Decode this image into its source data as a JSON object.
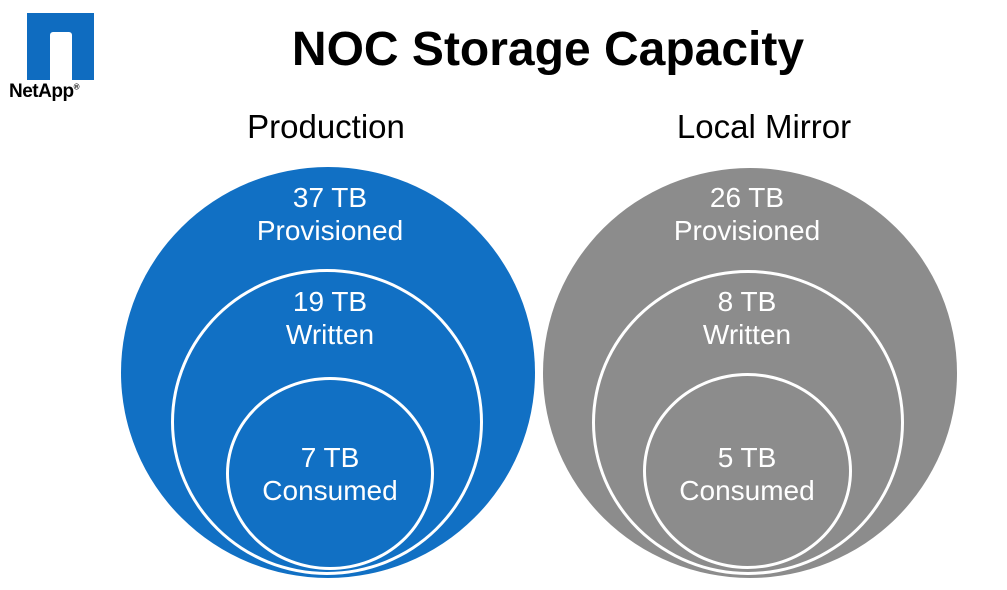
{
  "logo": {
    "brand": "NetApp",
    "registered_mark": "®",
    "square_color": "#0f6cc0"
  },
  "title": "NOC Storage Capacity",
  "colors": {
    "production_fill": "#1170c4",
    "local_mirror_fill": "#8c8c8c",
    "ring_outline": "#ffffff",
    "text_on_fill": "#ffffff"
  },
  "diagrams": [
    {
      "label": "Production",
      "fill": "#1170c4",
      "rings": [
        {
          "value": "37 TB",
          "metric": "Provisioned"
        },
        {
          "value": "19 TB",
          "metric": "Written"
        },
        {
          "value": "7 TB",
          "metric": "Consumed"
        }
      ]
    },
    {
      "label": "Local Mirror",
      "fill": "#8c8c8c",
      "rings": [
        {
          "value": "26 TB",
          "metric": "Provisioned"
        },
        {
          "value": "8 TB",
          "metric": "Written"
        },
        {
          "value": "5 TB",
          "metric": "Consumed"
        }
      ]
    }
  ],
  "chart_data": {
    "type": "nested_circles",
    "title": "NOC Storage Capacity",
    "unit": "TB",
    "legend_position": "none",
    "groups": [
      {
        "name": "Production",
        "color": "#1170c4",
        "series": [
          {
            "label": "Provisioned",
            "value": 37
          },
          {
            "label": "Written",
            "value": 19
          },
          {
            "label": "Consumed",
            "value": 7
          }
        ]
      },
      {
        "name": "Local Mirror",
        "color": "#8c8c8c",
        "series": [
          {
            "label": "Provisioned",
            "value": 26
          },
          {
            "label": "Written",
            "value": 8
          },
          {
            "label": "Consumed",
            "value": 5
          }
        ]
      }
    ]
  }
}
